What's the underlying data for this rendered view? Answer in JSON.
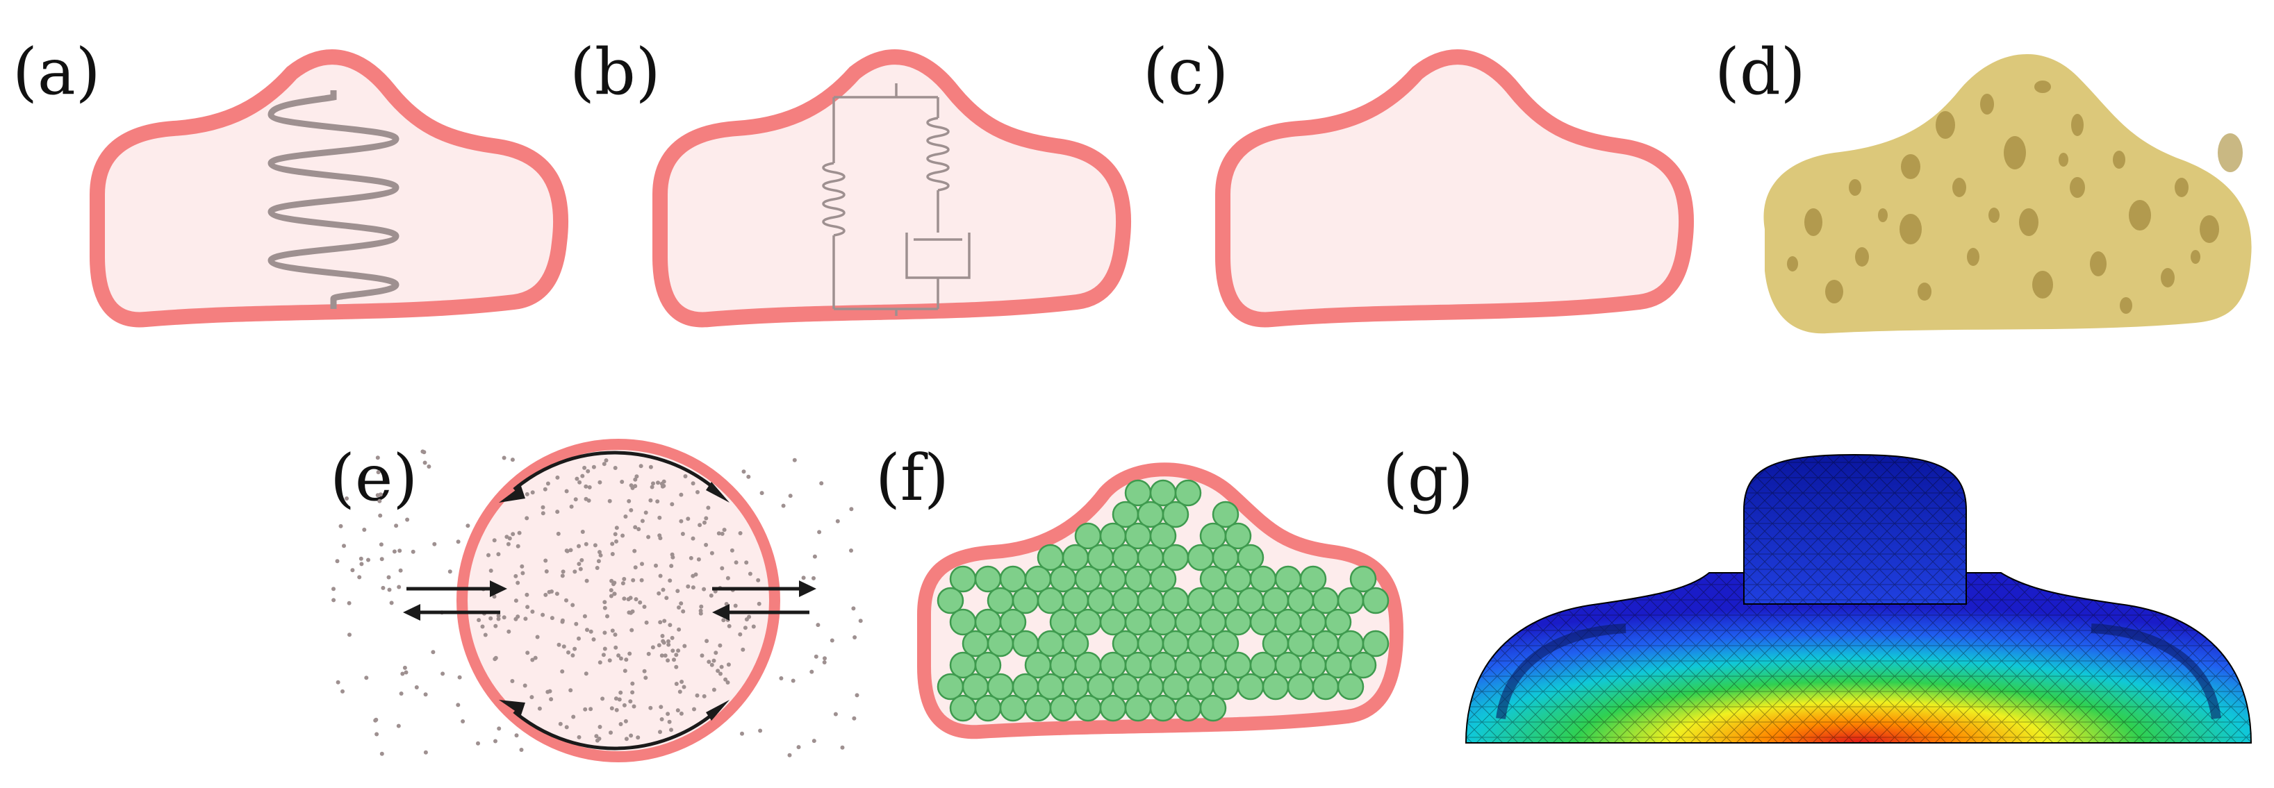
{
  "panels": [
    {
      "id": "a",
      "label": "(a)"
    },
    {
      "id": "b",
      "label": "(b)"
    },
    {
      "id": "c",
      "label": "(c)"
    },
    {
      "id": "d",
      "label": "(d)"
    },
    {
      "id": "e",
      "label": "(e)"
    },
    {
      "id": "f",
      "label": "(f)"
    },
    {
      "id": "g",
      "label": "(g)"
    }
  ],
  "colors": {
    "membrane": "#f47f7f",
    "cytoplasm": "#fdecec",
    "spring": "#9e9090",
    "fiber": "#c9a07a",
    "sponge": "#dcc87a",
    "particle": "#7fcf8a",
    "particle_edge": "#3e9a4e",
    "mesh_blue": "#1a2fd0",
    "mesh_red": "#e02020"
  }
}
